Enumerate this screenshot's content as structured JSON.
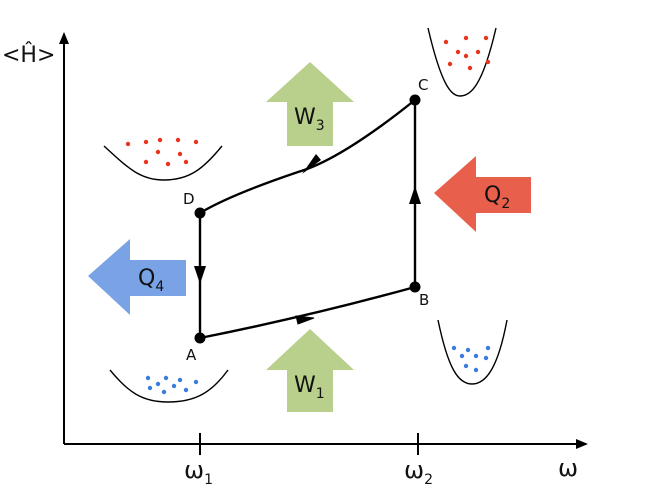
{
  "axes": {
    "y_label": "<Ĥ>",
    "x_label": "ω",
    "ticks": [
      {
        "base": "ω",
        "sub": "1"
      },
      {
        "base": "ω",
        "sub": "2"
      }
    ]
  },
  "points": {
    "A": "A",
    "B": "B",
    "C": "C",
    "D": "D"
  },
  "arrows": {
    "W1": {
      "base": "W",
      "sub": "1",
      "color": "#b9cf8c"
    },
    "W3": {
      "base": "W",
      "sub": "3",
      "color": "#b9cf8c"
    },
    "Q2": {
      "base": "Q",
      "sub": "2",
      "color": "#e8604c"
    },
    "Q4": {
      "base": "Q",
      "sub": "4",
      "color": "#7aa3e6"
    }
  },
  "colors": {
    "hot_particles": "#e8341c",
    "cold_particles": "#3b7be0",
    "line": "#000000"
  }
}
